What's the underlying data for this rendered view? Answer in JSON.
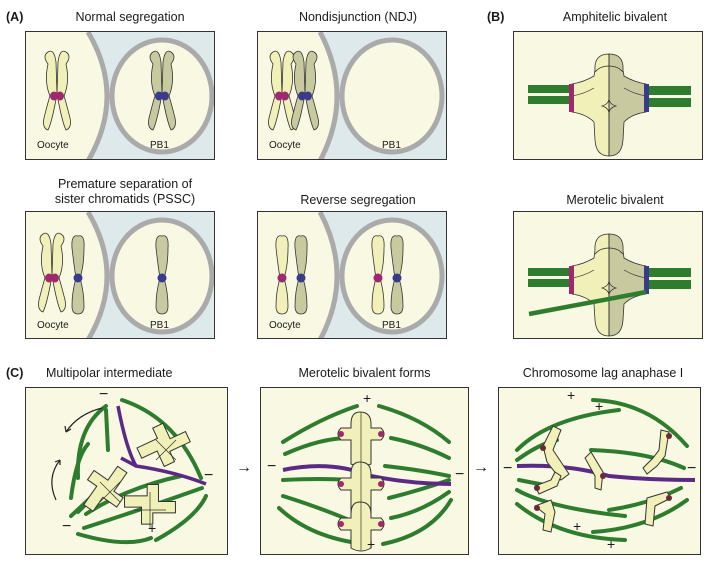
{
  "figure": {
    "panelA": {
      "letter": "(A)",
      "subpanels": [
        {
          "title": "Normal segregation",
          "left_label": "Oocyte",
          "right_label": "PB1"
        },
        {
          "title": "Nondisjunction (NDJ)",
          "left_label": "Oocyte",
          "right_label": "PB1"
        },
        {
          "title": "Premature separation of sister chromatids (PSSC)",
          "title_line1": "Premature separation of",
          "title_line2": "sister chromatids (PSSC)",
          "left_label": "Oocyte",
          "right_label": "PB1"
        },
        {
          "title": "Reverse segregation",
          "left_label": "Oocyte",
          "right_label": "PB1"
        }
      ]
    },
    "panelB": {
      "letter": "(B)",
      "subpanels": [
        {
          "title": "Amphitelic bivalent"
        },
        {
          "title": "Merotelic bivalent"
        }
      ]
    },
    "panelC": {
      "letter": "(C)",
      "subpanels": [
        {
          "title": "Multipolar intermediate"
        },
        {
          "title": "Merotelic bivalent forms"
        },
        {
          "title": "Chromosome lag anaphase I"
        }
      ],
      "transition_arrows": [
        "→",
        "→"
      ],
      "pole_minus": "−",
      "pole_plus": "+"
    },
    "colors": {
      "oocyte_bg": "#f8f8e3",
      "outside_bg": "#dde9ea",
      "membrane": "#aaaaaa",
      "chrom_light": "#f0f0b8",
      "chrom_dark": "#c9c9a0",
      "kinet_magenta": "#a0286e",
      "kinet_blue": "#3a3a8c",
      "microtubule": "#2e7d2e",
      "merotelic_mt": "#5b2a86",
      "box_bg": "#f8f8e3"
    }
  }
}
